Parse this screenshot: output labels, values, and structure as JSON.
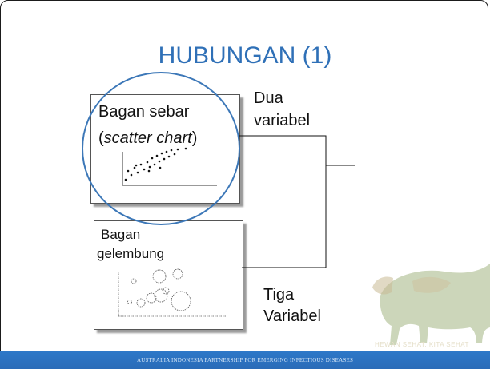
{
  "slide": {
    "title": "HUBUNGAN (1)",
    "footer": "AUSTRALIA INDONESIA PARTNERSHIP FOR EMERGING INFECTIOUS DISEASES",
    "watermark_text": "HEWAN SEHAT, KITA SEHAT"
  },
  "panels": {
    "scatter": {
      "line1": "Bagan sebar",
      "line2_open": "(",
      "line2_italic": "scatter chart",
      "line2_close": ")"
    },
    "bubble": {
      "line1": "Bagan",
      "line2": "gelembung"
    }
  },
  "labels": {
    "two_line1": "Dua",
    "two_line2": "variabel",
    "three_line1": "Tiga",
    "three_line2": "Variabel"
  },
  "colors": {
    "title": "#2f70b7",
    "highlight_circle": "#3d78b8",
    "footer_bar": "#2a6bb8",
    "watermark": "#9bb07a"
  }
}
